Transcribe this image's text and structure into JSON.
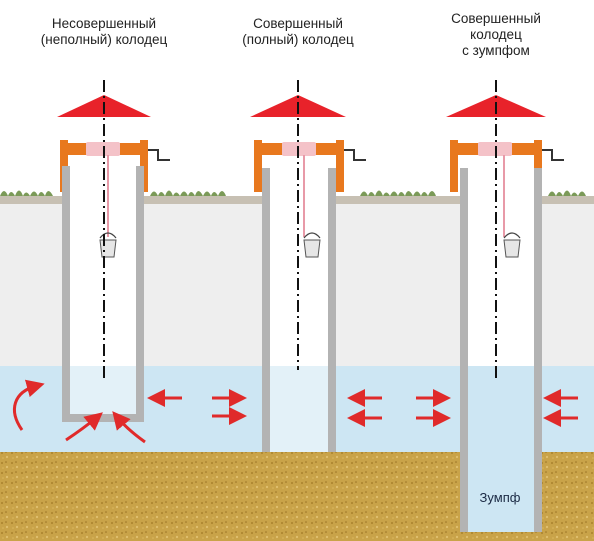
{
  "wells": [
    {
      "title_line1": "Несовершенный",
      "title_line2": "(неполный) колодец"
    },
    {
      "title_line1": "Совершенный",
      "title_line2": "(полный) колодец"
    },
    {
      "title_line1": "Совершенный",
      "title_line2": "колодец",
      "title_line3": "с зумпфом"
    }
  ],
  "sump_label": "Зумпф",
  "colors": {
    "roof": "#e8222a",
    "arrow": "#e02a2a",
    "windlass": "#e8781e",
    "rope": "#e89aa8",
    "ground": "#eeeeee",
    "aquifer": "#cde6f3",
    "soil": "#c9a349",
    "well_wall": "#b3b3b3"
  },
  "icons": [
    "roof-icon",
    "windlass-icon",
    "bucket-icon",
    "flow-arrow-icon",
    "curved-flow-arrow-icon",
    "grass-icon"
  ]
}
